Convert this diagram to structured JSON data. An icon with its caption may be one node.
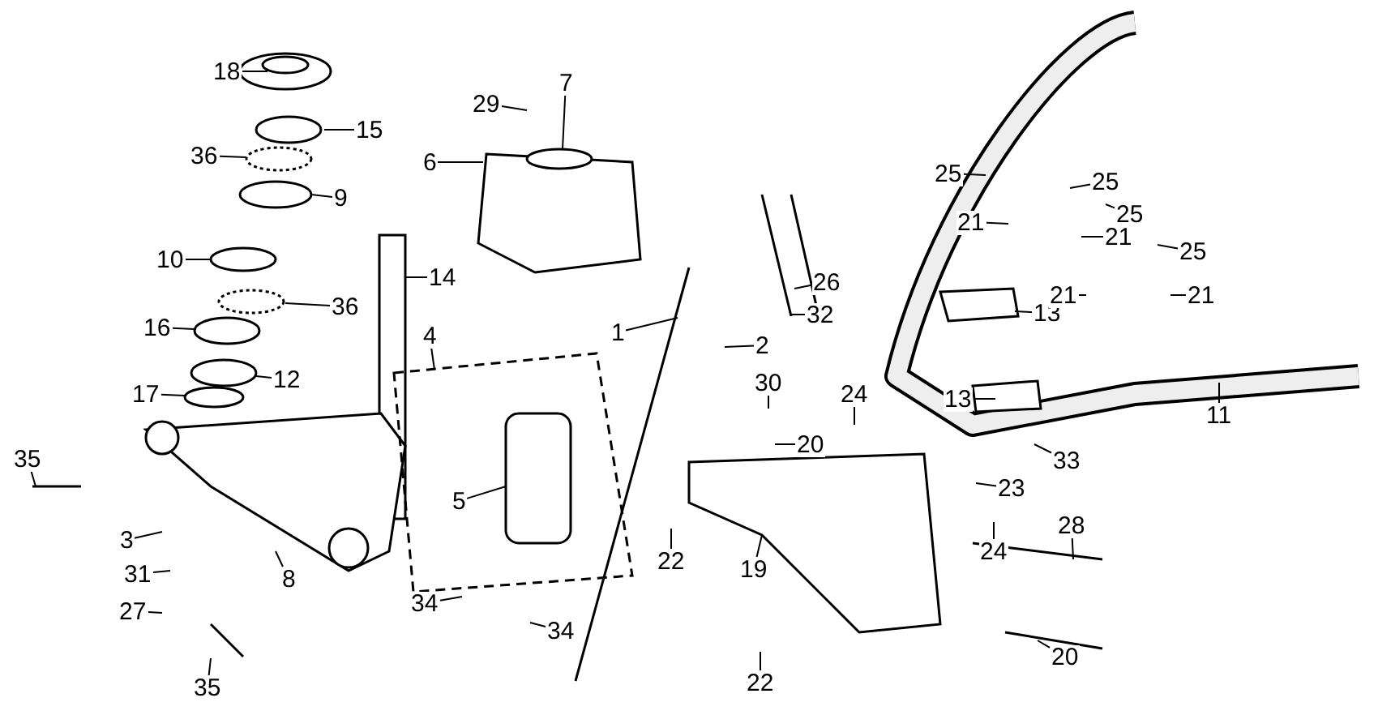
{
  "diagram": {
    "nodes": [
      {
        "text": [
          "18"
        ]
      },
      {
        "text": [
          "15"
        ]
      },
      {
        "text": [
          "36"
        ]
      },
      {
        "text": [
          "9"
        ]
      },
      {
        "text": [
          "10"
        ]
      },
      {
        "text": [
          "36"
        ]
      },
      {
        "text": [
          "16"
        ]
      },
      {
        "text": [
          "12"
        ]
      },
      {
        "text": [
          "17"
        ]
      },
      {
        "text": [
          "14"
        ]
      },
      {
        "text": [
          "35"
        ]
      },
      {
        "text": [
          "3"
        ]
      },
      {
        "text": [
          "31"
        ]
      },
      {
        "text": [
          "27"
        ]
      },
      {
        "text": [
          "8"
        ]
      },
      {
        "text": [
          "35"
        ]
      },
      {
        "text": [
          "29"
        ]
      },
      {
        "text": [
          "7"
        ]
      },
      {
        "text": [
          "6"
        ]
      },
      {
        "text": [
          "4"
        ]
      },
      {
        "text": [
          "5"
        ]
      },
      {
        "text": [
          "34"
        ]
      },
      {
        "text": [
          "34"
        ]
      },
      {
        "text": [
          "1"
        ]
      },
      {
        "text": [
          "2"
        ]
      },
      {
        "text": [
          "26"
        ]
      },
      {
        "text": [
          "32"
        ]
      },
      {
        "text": [
          "30"
        ]
      },
      {
        "text": [
          "24"
        ]
      },
      {
        "text": [
          "20"
        ]
      },
      {
        "text": [
          "22"
        ]
      },
      {
        "text": [
          "19"
        ]
      },
      {
        "text": [
          "22"
        ]
      },
      {
        "text": [
          "20"
        ]
      },
      {
        "text": [
          "33"
        ]
      },
      {
        "text": [
          "23"
        ]
      },
      {
        "text": [
          "24"
        ]
      },
      {
        "text": [
          "28"
        ]
      },
      {
        "text": [
          "13"
        ]
      },
      {
        "text": [
          "13"
        ]
      },
      {
        "text": [
          "25"
        ]
      },
      {
        "text": [
          "25"
        ]
      },
      {
        "text": [
          "25"
        ]
      },
      {
        "text": [
          "25"
        ]
      },
      {
        "text": [
          "21"
        ]
      },
      {
        "text": [
          "21"
        ]
      },
      {
        "text": [
          "21"
        ]
      },
      {
        "text": [
          "21"
        ]
      },
      {
        "text": [
          "11"
        ]
      }
    ],
    "edges": [
      {
        "from": 0,
        "to": null,
        "arrow": "none"
      },
      {
        "from": 1,
        "to": null,
        "arrow": "none"
      },
      {
        "from": 2,
        "to": null,
        "arrow": "none"
      },
      {
        "from": 3,
        "to": null,
        "arrow": "none"
      },
      {
        "from": 4,
        "to": null,
        "arrow": "none"
      },
      {
        "from": 5,
        "to": null,
        "arrow": "none"
      },
      {
        "from": 6,
        "to": null,
        "arrow": "none"
      },
      {
        "from": 7,
        "to": null,
        "arrow": "none"
      },
      {
        "from": 8,
        "to": null,
        "arrow": "none"
      },
      {
        "from": 9,
        "to": null,
        "arrow": "none"
      },
      {
        "from": 10,
        "to": null,
        "arrow": "none"
      },
      {
        "from": 11,
        "to": null,
        "arrow": "none"
      },
      {
        "from": 12,
        "to": null,
        "arrow": "none"
      },
      {
        "from": 13,
        "to": null,
        "arrow": "none"
      },
      {
        "from": 14,
        "to": null,
        "arrow": "none"
      },
      {
        "from": 15,
        "to": null,
        "arrow": "none"
      },
      {
        "from": 16,
        "to": null,
        "arrow": "none"
      },
      {
        "from": 17,
        "to": null,
        "arrow": "none"
      },
      {
        "from": 18,
        "to": null,
        "arrow": "none"
      },
      {
        "from": 19,
        "to": null,
        "arrow": "none"
      },
      {
        "from": 20,
        "to": null,
        "arrow": "none"
      },
      {
        "from": 21,
        "to": null,
        "arrow": "none"
      },
      {
        "from": 22,
        "to": null,
        "arrow": "none"
      },
      {
        "from": 23,
        "to": null,
        "arrow": "none"
      },
      {
        "from": 24,
        "to": null,
        "arrow": "none"
      },
      {
        "from": 25,
        "to": null,
        "arrow": "none"
      },
      {
        "from": 26,
        "to": null,
        "arrow": "none"
      },
      {
        "from": 27,
        "to": null,
        "arrow": "none"
      },
      {
        "from": 28,
        "to": null,
        "arrow": "none"
      },
      {
        "from": 29,
        "to": null,
        "arrow": "none"
      },
      {
        "from": 30,
        "to": null,
        "arrow": "none"
      },
      {
        "from": 31,
        "to": null,
        "arrow": "none"
      },
      {
        "from": 32,
        "to": null,
        "arrow": "none"
      },
      {
        "from": 33,
        "to": null,
        "arrow": "none"
      },
      {
        "from": 34,
        "to": null,
        "arrow": "none"
      },
      {
        "from": 35,
        "to": null,
        "arrow": "none"
      },
      {
        "from": 36,
        "to": null,
        "arrow": "none"
      },
      {
        "from": 37,
        "to": null,
        "arrow": "none"
      },
      {
        "from": 38,
        "to": null,
        "arrow": "none"
      },
      {
        "from": 39,
        "to": null,
        "arrow": "none"
      },
      {
        "from": 40,
        "to": null,
        "arrow": "none"
      },
      {
        "from": 41,
        "to": null,
        "arrow": "none"
      },
      {
        "from": 42,
        "to": null,
        "arrow": "none"
      },
      {
        "from": 43,
        "to": null,
        "arrow": "none"
      },
      {
        "from": 44,
        "to": null,
        "arrow": "none"
      },
      {
        "from": 45,
        "to": null,
        "arrow": "none"
      },
      {
        "from": 46,
        "to": null,
        "arrow": "none"
      },
      {
        "from": 47,
        "to": null,
        "arrow": "none"
      },
      {
        "from": 48,
        "to": null,
        "arrow": "none"
      }
    ]
  }
}
